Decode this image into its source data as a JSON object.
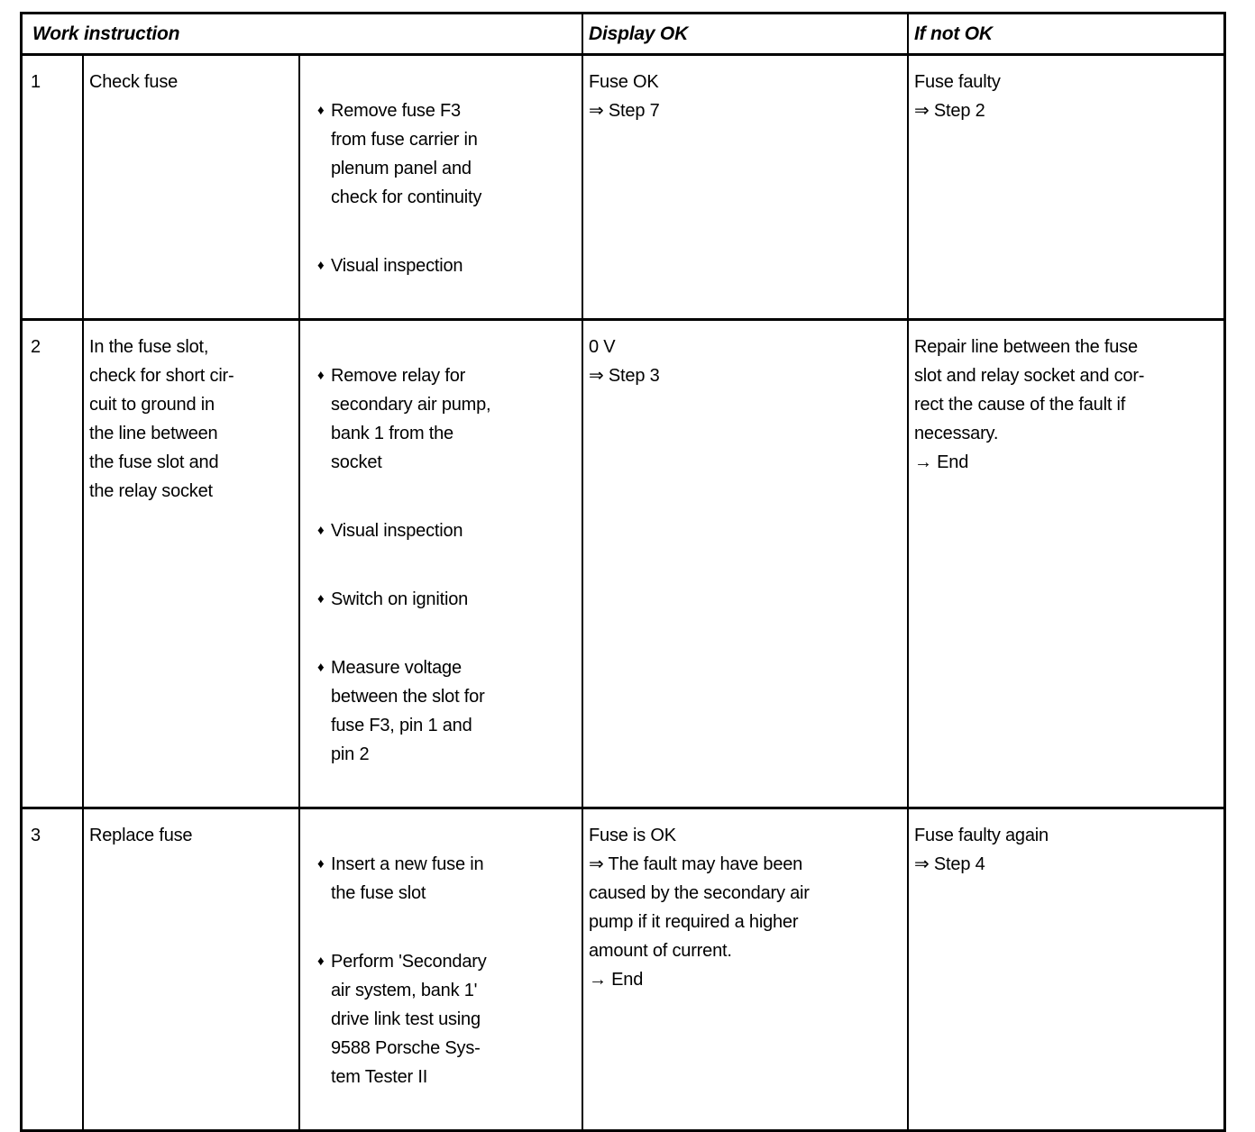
{
  "icons": {
    "bullet": "♦"
  },
  "table": {
    "headers": {
      "work_instruction": "Work instruction",
      "display_ok": "Display OK",
      "if_not_ok": "If not OK"
    },
    "rows": [
      {
        "step": "1",
        "task": "Check fuse",
        "actions": [
          "Remove fuse F3\nfrom fuse carrier in\nplenum panel and\ncheck for continuity",
          "Visual inspection"
        ],
        "display_ok": "Fuse OK\n⇒ Step 7",
        "if_not_ok": "Fuse faulty\n⇒ Step 2"
      },
      {
        "step": "2",
        "task": "In the fuse slot,\ncheck for short cir-\ncuit to ground in\nthe line between\nthe fuse slot and\nthe relay socket",
        "actions": [
          "Remove relay for\nsecondary air pump,\nbank 1 from the\nsocket",
          "Visual inspection",
          "Switch on ignition",
          "Measure voltage\nbetween the slot for\nfuse F3, pin 1 and\npin 2"
        ],
        "display_ok": "0 V\n⇒ Step 3",
        "if_not_ok": "Repair line between the fuse\nslot and relay socket and cor-\nrect the cause of the fault if\nnecessary.\n→ End"
      },
      {
        "step": "3",
        "task": "Replace fuse",
        "actions": [
          "Insert a new fuse in\nthe fuse slot",
          "Perform 'Secondary\nair system, bank 1'\ndrive link test using\n9588 Porsche Sys-\ntem Tester II"
        ],
        "display_ok": "Fuse is OK\n⇒ The fault may have been\ncaused by the secondary air\npump if it required a higher\namount of current.\n→ End",
        "if_not_ok": "Fuse faulty again\n⇒ Step 4"
      }
    ]
  }
}
